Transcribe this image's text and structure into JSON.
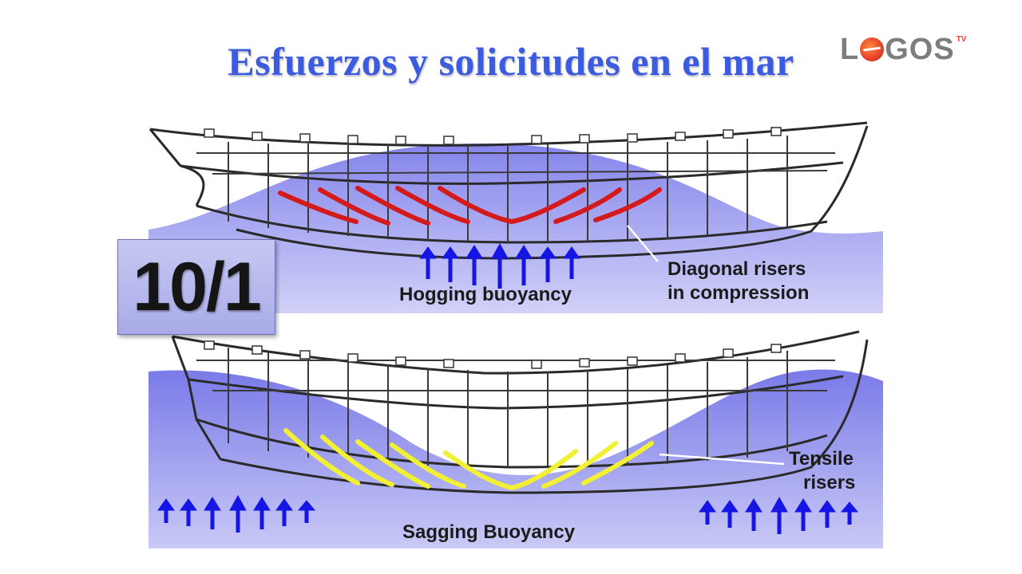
{
  "slide": {
    "title": "Esfuerzos y solicitudes en el mar",
    "badge": "10/1"
  },
  "logo": {
    "prefix": "L",
    "suffix": "GOS",
    "superscript": "TV"
  },
  "hogging_diagram": {
    "caption": "Hogging buoyancy",
    "annotation_line1": "Diagonal risers",
    "annotation_line2": "in compression",
    "riser_color": "#d41a1a",
    "water_color": "#7f7ff0",
    "arrow_color": "#1515e6"
  },
  "sagging_diagram": {
    "caption": "Sagging Buoyancy",
    "annotation_line1": "Tensile",
    "annotation_line2": "risers",
    "riser_color": "#f2f034",
    "water_color": "#7f7ff0",
    "arrow_color": "#1515e6"
  }
}
